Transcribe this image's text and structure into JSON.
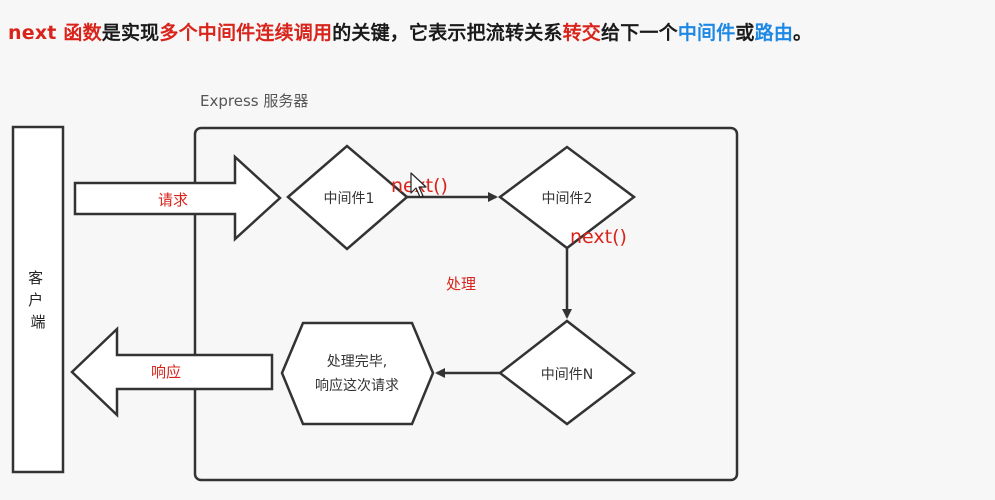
{
  "headline": {
    "segments": [
      {
        "text": "next 函数",
        "color": "red"
      },
      {
        "text": "是实现",
        "color": "dark"
      },
      {
        "text": "多个中间件连续调用",
        "color": "red"
      },
      {
        "text": "的关键，它表示把流转关系",
        "color": "dark"
      },
      {
        "text": "转交",
        "color": "red"
      },
      {
        "text": "给下一个",
        "color": "dark"
      },
      {
        "text": "中间件",
        "color": "blue"
      },
      {
        "text": "或",
        "color": "dark"
      },
      {
        "text": "路由",
        "color": "blue"
      },
      {
        "text": "。",
        "color": "dark"
      }
    ]
  },
  "diagram": {
    "server_title": "Express 服务器",
    "client_label": "客户端",
    "request_label": "请求",
    "response_label": "响应",
    "middleware_1": "中间件1",
    "middleware_2": "中间件2",
    "middleware_n": "中间件N",
    "next_call_1": "next()",
    "next_call_2": "next()",
    "process_label": "处理",
    "done_line_1": "处理完毕,",
    "done_line_2": "响应这次请求"
  },
  "colors": {
    "red": "#d9241c",
    "blue": "#1e88e5",
    "dark": "#1a1a1a",
    "stroke": "#333333"
  }
}
